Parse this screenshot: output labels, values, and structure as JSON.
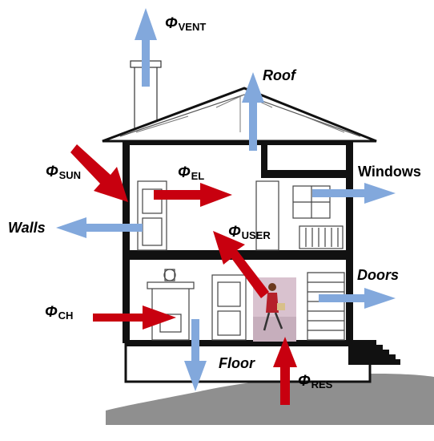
{
  "colors": {
    "heat_gain": "#c8000f",
    "heat_loss": "#82a8dc",
    "structure": "#111111",
    "ground": "#8f8f8f"
  },
  "labels": {
    "phi_symbol": "Φ",
    "vent": {
      "sub": "VENT"
    },
    "sun": {
      "sub": "SUN"
    },
    "el": {
      "sub": "EL"
    },
    "user": {
      "sub": "USER"
    },
    "ch": {
      "sub": "CH"
    },
    "res": {
      "sub": "RES"
    },
    "roof": "Roof",
    "windows": "Windows",
    "walls": "Walls",
    "doors": "Doors",
    "floor": "Floor"
  }
}
